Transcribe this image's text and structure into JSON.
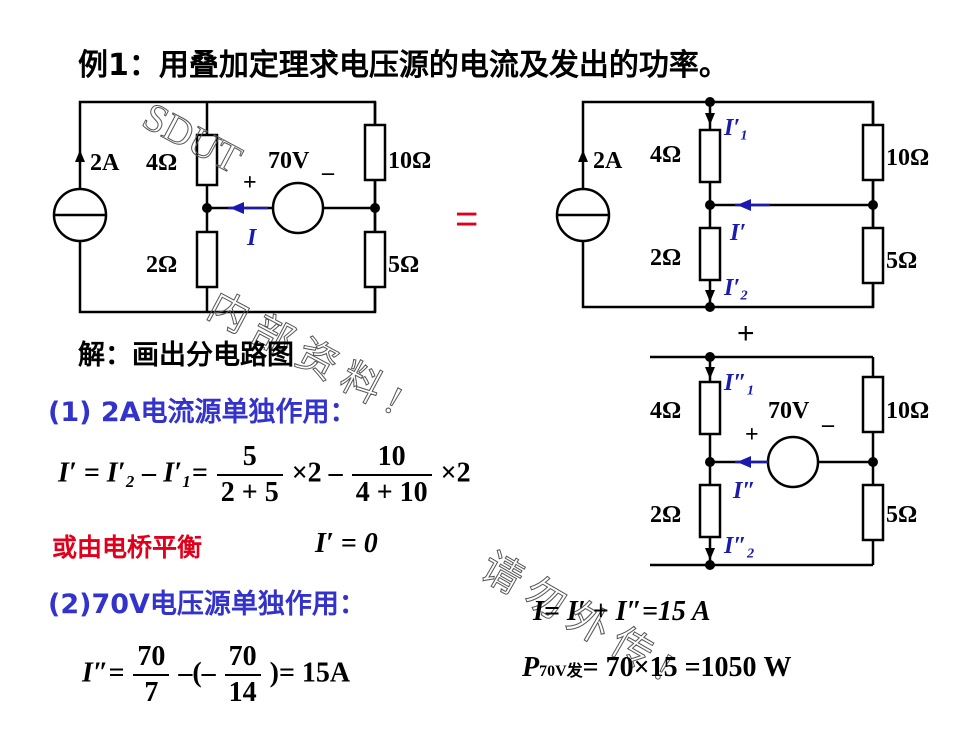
{
  "title": "例1：用叠加定理求电压源的电流及发出的功率。",
  "circuit_main": {
    "source": "2A",
    "r1": "4Ω",
    "r2": "2Ω",
    "r3": "10Ω",
    "r4": "5Ω",
    "vsrc": "70V",
    "plus": "+",
    "minus": "–",
    "current": "I"
  },
  "equals": "=",
  "circuit_a": {
    "source": "2A",
    "r1": "4Ω",
    "r2": "2Ω",
    "r3": "10Ω",
    "r4": "5Ω",
    "i1": "I′₁",
    "i2": "I′₂",
    "i": "I′"
  },
  "plus_between": "+",
  "circuit_b": {
    "r1": "4Ω",
    "r2": "2Ω",
    "r3": "10Ω",
    "r4": "5Ω",
    "vsrc": "70V",
    "plus": "+",
    "minus": "–",
    "i1": "I″₁",
    "i2": "I″₂",
    "i": "I″"
  },
  "solution": "解：画出分电路图",
  "step1": "(1) 2A电流源单独作用：",
  "eq1": {
    "lhs": "I′ = I′₂ – I′₁=",
    "f1n": "5",
    "f1d": "2 + 5",
    "m1": "×2 –",
    "f2n": "10",
    "f2d": "4 + 10",
    "m2": "×2"
  },
  "bridge_note": "或由电桥平衡",
  "bridge_eq": "I′ = 0",
  "step2": "(2)70V电压源单独作用：",
  "eq2": {
    "lhs": "I″=",
    "f1n": "70",
    "f1d": "7",
    "mid": "–(–",
    "f2n": "70",
    "f2d": "14",
    "rhs": ")= 15A"
  },
  "result1": "I= I′ + I″=15 A",
  "result2_p": "P",
  "result2_sub": "70V发",
  "result2_rest": "= 70×15 =1050 W",
  "watermark": {
    "w1": "SDUT",
    "w2": "内 部 资 料 !",
    "w3": "请 勿 外 传 !"
  }
}
